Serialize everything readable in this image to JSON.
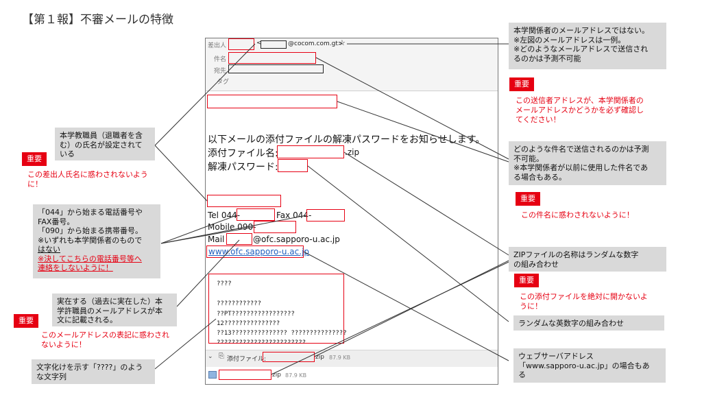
{
  "title": "【第１報】不審メールの特徴",
  "mail": {
    "labels": {
      "from": "差出人",
      "subject": "件名",
      "to": "宛先",
      "tag": "タグ"
    },
    "from_domain": "@cocom.com.gt>",
    "from_lt": "<",
    "star_icon": "star-icon",
    "body_line1": "以下メールの添付ファイルの解凍パスワードをお知らせします。",
    "body_line2_label": "添付ファイル名:",
    "body_line2_ext": ".zip",
    "body_line3_label": "解凍パスワード:",
    "sig_tel": "Tel 044-",
    "sig_fax": "Fax 044-",
    "sig_mobile": "Mobile 090-",
    "sig_mail_label": "Mail",
    "sig_mail_domain": "@ofc.sapporo-u.ac.jp",
    "sig_web": "www.ofc.sapporo-u.ac.jp",
    "garbled": [
      "????",
      "????????????",
      "??PT?????????????????",
      "12???????????????",
      "??13??????????????? ???????????????",
      "????????????????????????"
    ],
    "attach_label": "添付ファイル:",
    "attach_ext": "zip",
    "attach_size": "87.9 KB",
    "attach2_ext": "zip",
    "attach2_size": "87.9 KB"
  },
  "notes": {
    "sender_address": [
      "本学関係者のメールアドレスではない。",
      "※左図のメールアドレスは一例。",
      "※どのようなメールアドレスで送信され",
      "るのかは予測不可能"
    ],
    "juyo": "重要",
    "warn_sender_address": [
      "この送信者アドレスが、本学関係者の",
      "メールアドレスかどうかを必ず確認し",
      "てください！"
    ],
    "subject": [
      "どのような件名で送信されるのかは予測",
      "不可能。",
      "※本学関係者が以前に使用した件名であ",
      "る場合もある。"
    ],
    "warn_subject": "この件名に惑わされないように！",
    "zip": [
      "ZIPファイルの名称はランダムな数字",
      "の組み合わせ"
    ],
    "warn_zip": [
      "この添付ファイルを絶対に開かないよ",
      "うに！"
    ],
    "password": "ランダムな英数字の組み合わせ",
    "website": [
      "ウェブサーバアドレス",
      "「www.sapporo-u.ac.jp」の場合もあ",
      "る"
    ],
    "sender_name": [
      "本学教職員（退職者を含",
      "む）の氏名が設定されて",
      "いる"
    ],
    "warn_sender_name": [
      "この差出人氏名に惑わされないよう",
      "に！"
    ],
    "phone": [
      "「044」から始まる電話番号や",
      "FAX番号。",
      "「090」から始まる携帯番号。",
      "※いずれも本学関係者のもので"
    ],
    "phone_ul": "はない",
    "phone_warn": [
      "※決してこちらの電話番号等へ",
      "連絡をしないように！"
    ],
    "staff_mail": [
      "実在する（過去に実在した）本",
      "学許職員のメールアドレスが本",
      "文に記載される。"
    ],
    "warn_staff_mail": [
      "このメールアドレスの表記に惑わされ",
      "ないように！"
    ],
    "garbled_note": [
      "文字化けを示す「????」のよう",
      "な文字列"
    ]
  }
}
